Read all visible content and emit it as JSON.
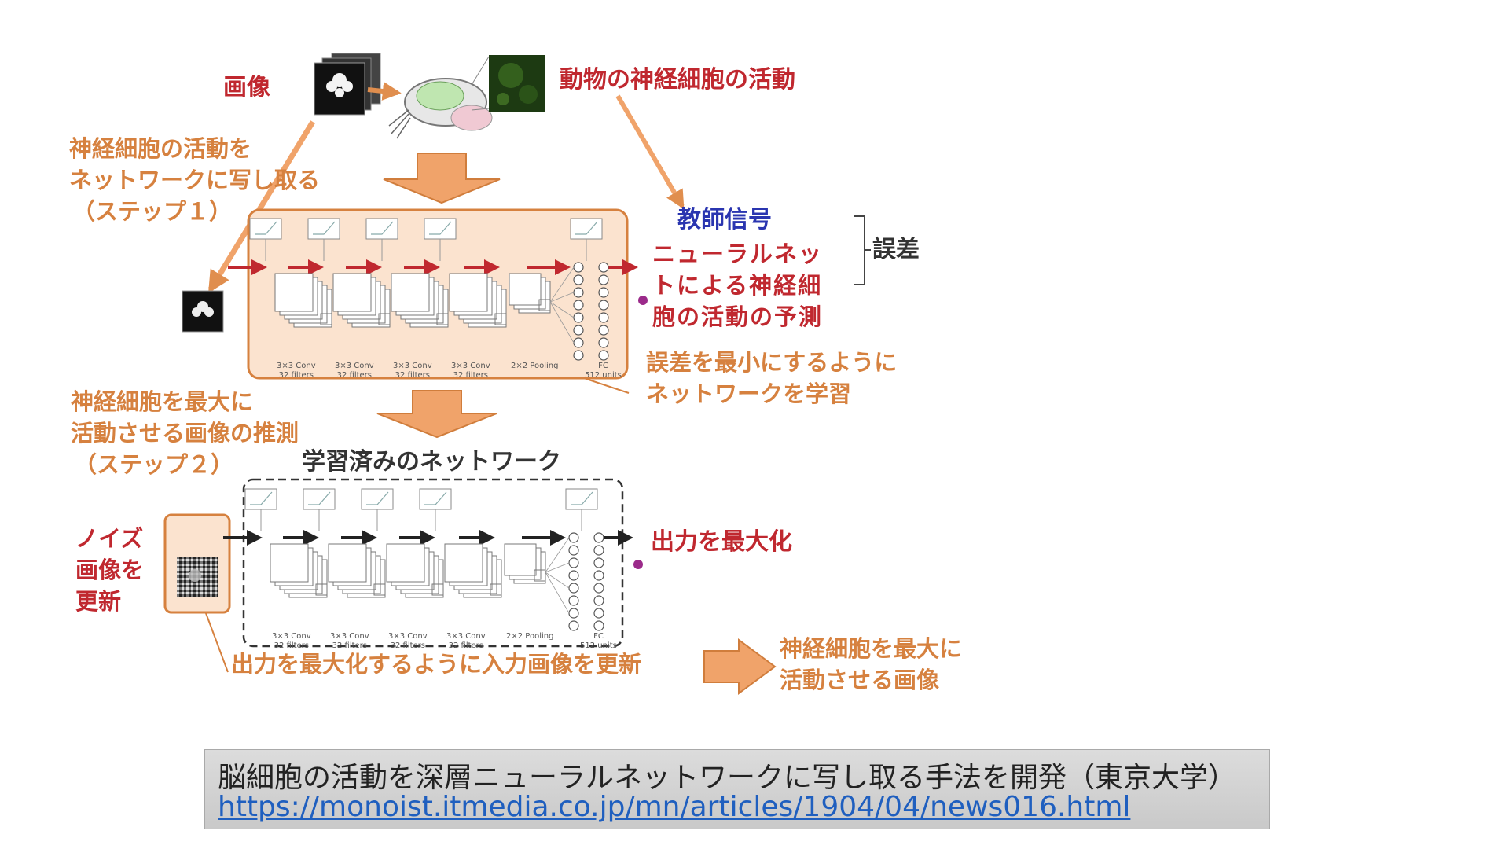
{
  "labels": {
    "image": "画像",
    "animal_activity": "動物の神経細胞の活動",
    "step1_line1": "神経細胞の活動を",
    "step1_line2": "ネットワークに写し取る",
    "step1_line3": "（ステップ１）",
    "teacher_signal": "教師信号",
    "error": "誤差",
    "prediction_line1": "ニューラルネッ",
    "prediction_line2": "トによる神経細",
    "prediction_line3": "胞の活動の予測",
    "minimize_line1": "誤差を最小にするように",
    "minimize_line2": "ネットワークを学習",
    "step2_line1": "神経細胞を最大に",
    "step2_line2": "活動させる画像の推測",
    "step2_line3": "（ステップ２）",
    "trained_network": "学習済みのネットワーク",
    "noise_line1": "ノイズ",
    "noise_line2": "画像を",
    "noise_line3": "更新",
    "maximize_output": "出力を最大化",
    "update_input": "出力を最大化するように入力画像を更新",
    "result_line1": "神経細胞を最大に",
    "result_line2": "活動させる画像"
  },
  "layers": [
    {
      "title": "3×3 Conv",
      "sub": "32 filters"
    },
    {
      "title": "3×3 Conv",
      "sub": "32 filters"
    },
    {
      "title": "3×3 Conv",
      "sub": "32 filters"
    },
    {
      "title": "3×3 Conv",
      "sub": "32 filters"
    },
    {
      "title": "2×2 Pooling",
      "sub": ""
    },
    {
      "title": "FC",
      "sub": "512 units"
    }
  ],
  "caption": {
    "title": "脳細胞の活動を深層ニューラルネットワークに写し取る手法を開発（東京大学）",
    "url": "https://monoist.itmedia.co.jp/mn/articles/1904/04/news016.html"
  },
  "colors": {
    "orange": "#d6813f",
    "orange_fill": "#f0a36a",
    "panel_fill": "#fbe3cf",
    "red": "#c0282f",
    "blue": "#2a35b0",
    "link": "#1f5fbf",
    "purple": "#9b2a8a"
  }
}
